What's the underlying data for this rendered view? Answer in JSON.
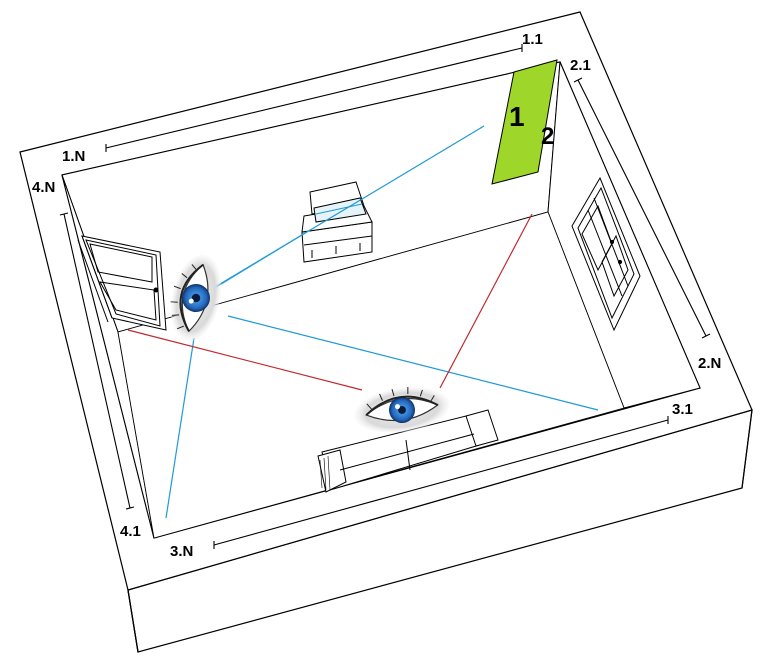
{
  "labels": {
    "wall1_start": "1.1",
    "wall1_end": "1.N",
    "wall2_start": "2.1",
    "wall2_end": "2.N",
    "wall3_start": "3.1",
    "wall3_end": "3.N",
    "wall4_start": "4.1",
    "wall4_end": "4.N"
  },
  "panel": {
    "number_front": "1",
    "number_side": "2",
    "color": "#9fd62a"
  },
  "colors": {
    "view_line": "#1e9ad6",
    "reflection_line": "#c0282d",
    "eye_iris": "#2f7fd3"
  },
  "icons": [
    "eye-icon",
    "eye-icon",
    "tv-icon",
    "door-icon",
    "window-icon",
    "sofa-icon"
  ]
}
